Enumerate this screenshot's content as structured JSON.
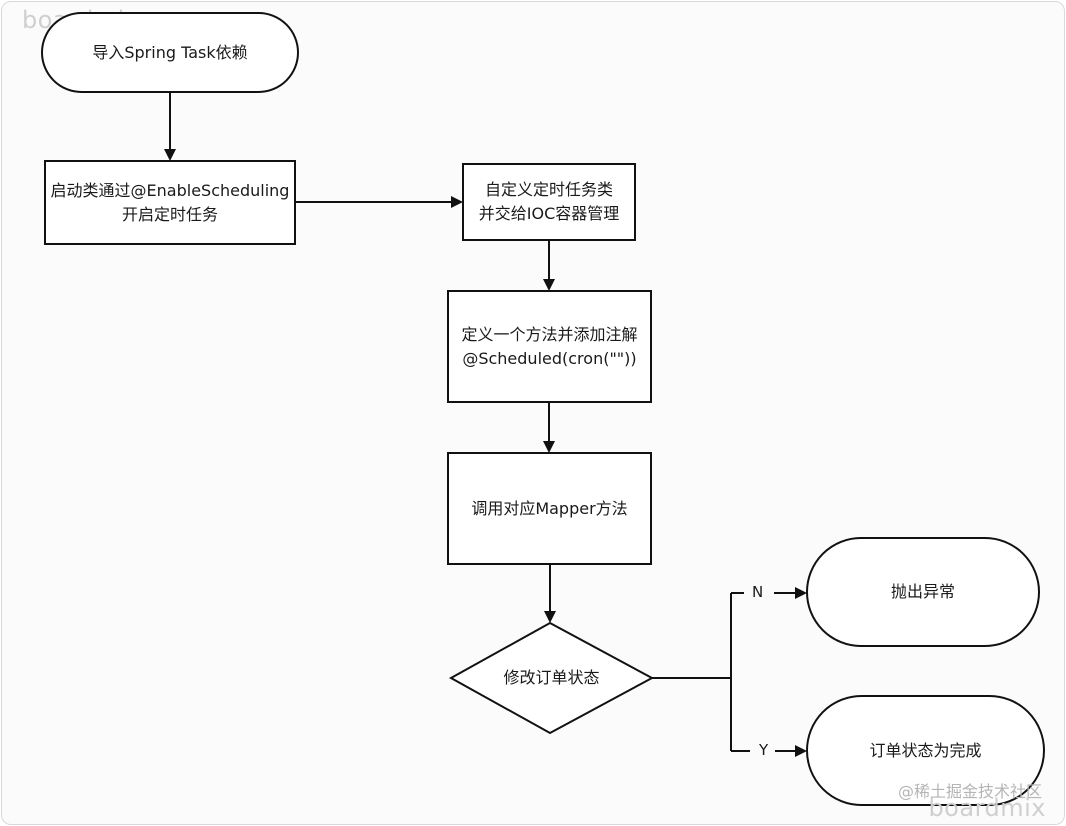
{
  "watermarks": {
    "brand_top": "boardmix",
    "brand_bottom": "boardmix",
    "credit": "@稀土掘金技术社区"
  },
  "nodes": {
    "import_dependency": {
      "label": "导入Spring Task依赖",
      "shape": "terminator"
    },
    "enable_scheduling": {
      "line1": "启动类通过@EnableScheduling",
      "line2": "开启定时任务",
      "shape": "process"
    },
    "custom_task_class": {
      "line1": "自定义定时任务类",
      "line2": "并交给IOC容器管理",
      "shape": "process"
    },
    "define_method": {
      "line1": "定义一个方法并添加注解",
      "line2": "@Scheduled(cron(\"\"))",
      "shape": "process"
    },
    "call_mapper": {
      "label": "调用对应Mapper方法",
      "shape": "process"
    },
    "modify_order_status": {
      "label": "修改订单状态",
      "shape": "decision"
    },
    "throw_exception": {
      "label": "抛出异常",
      "shape": "terminator"
    },
    "order_complete": {
      "label": "订单状态为完成",
      "shape": "terminator"
    }
  },
  "branches": {
    "no": "N",
    "yes": "Y"
  },
  "colors": {
    "stroke": "#111111",
    "fill": "#ffffff",
    "canvas": "#fbfbfb",
    "watermark": "#cfcfcf"
  }
}
